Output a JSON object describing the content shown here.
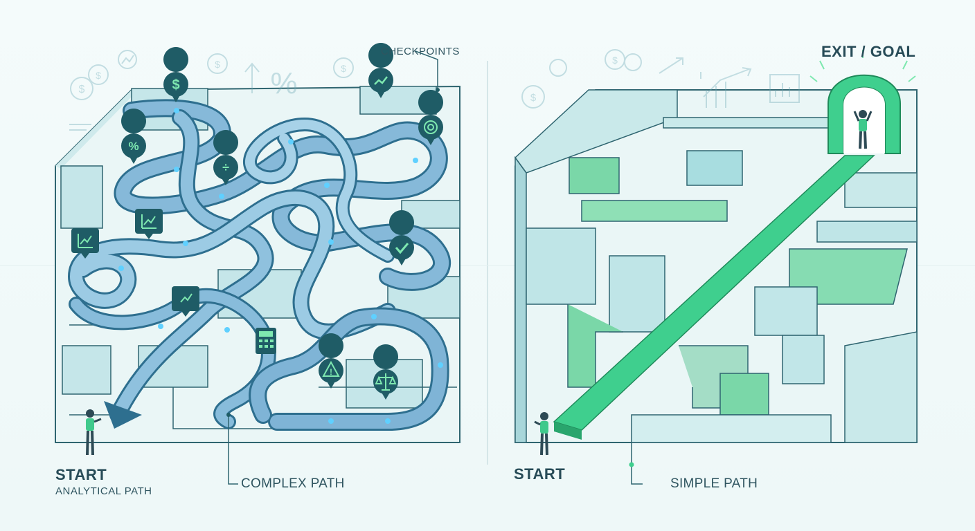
{
  "labels": {
    "checkpoints": "CHECKPOINTS",
    "exit_goal": "EXIT / GOAL",
    "left_start": "START",
    "analytical_path": "ANALYTICAL PATH",
    "complex_path": "COMPLEX PATH",
    "right_start": "START",
    "simple_path": "SIMPLE PATH"
  },
  "checkpoint_icons": [
    "dollar-icon",
    "trend-up-icon",
    "percent-icon",
    "target-icon",
    "divide-icon",
    "chart-icon",
    "chart-icon",
    "check-icon",
    "chart-icon",
    "calculator-icon",
    "warning-icon",
    "scales-icon"
  ],
  "colors": {
    "complex_path": "#6ea8cc",
    "simple_path": "#3fcf8e",
    "maze_wall": "#bfe3e6",
    "checkpoint_marker": "#1f5c66",
    "outline": "#2f6570"
  }
}
